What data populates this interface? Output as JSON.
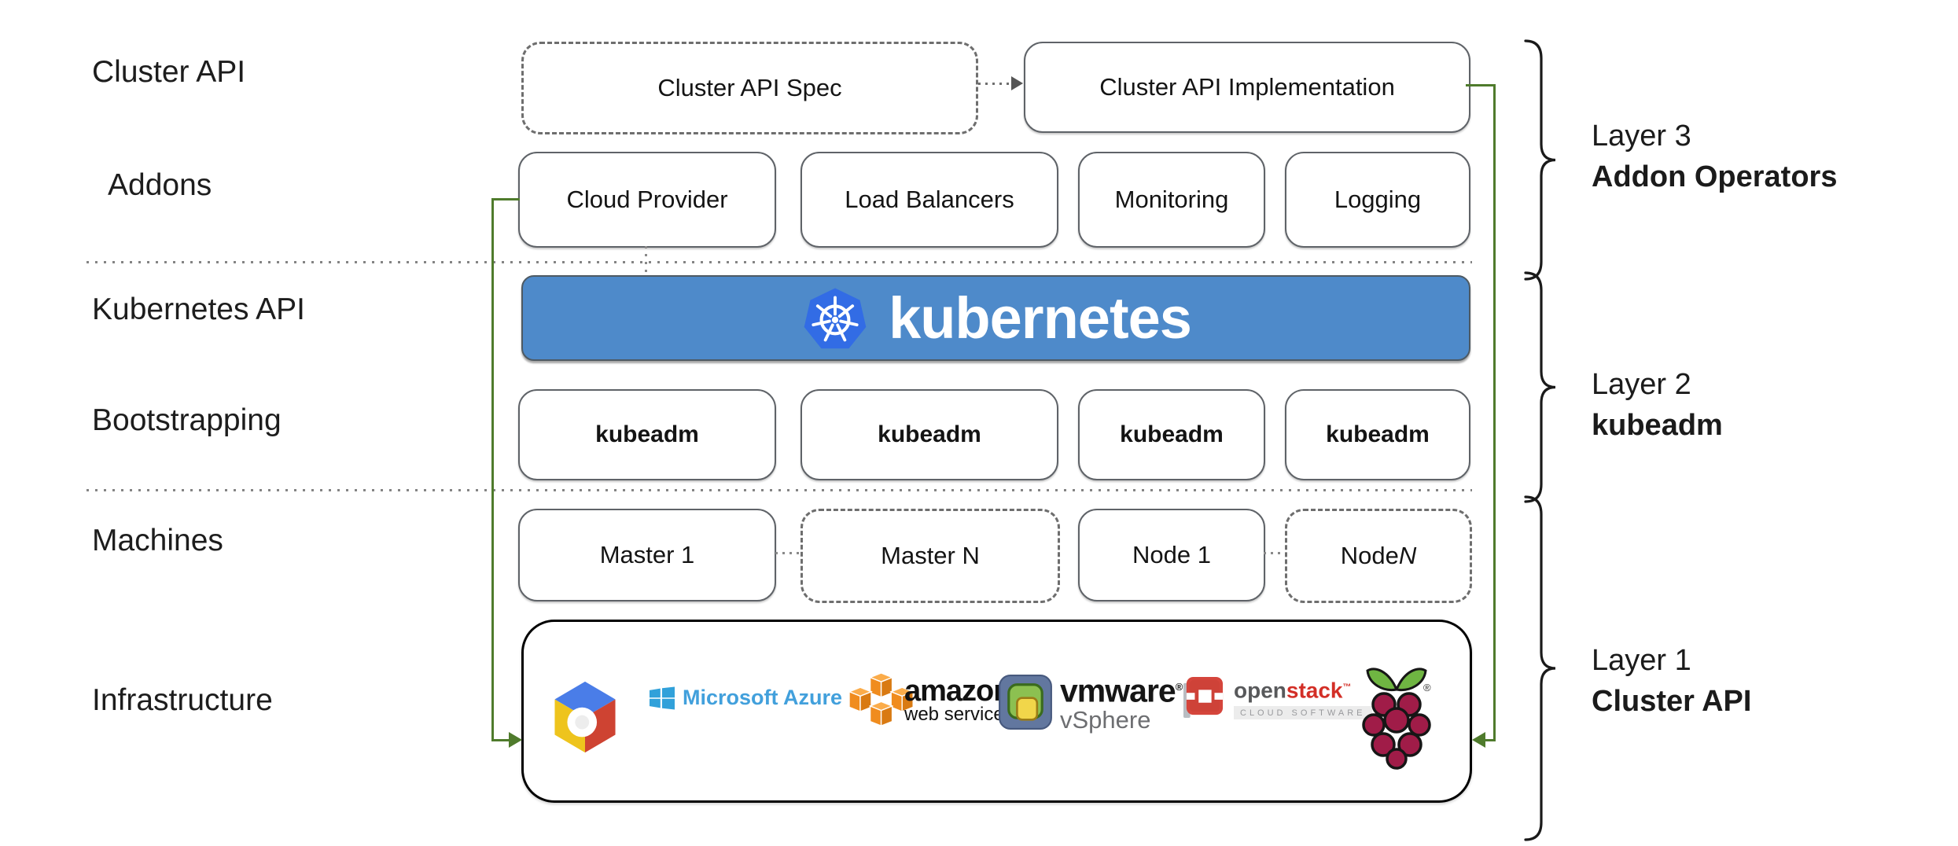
{
  "colors": {
    "accent_green": "#4f7b2c",
    "banner_blue": "#4e8aca",
    "k8s_blue": "#326ce5",
    "border_grey": "#5f6368"
  },
  "left_labels": [
    "Cluster API",
    "Addons",
    "Kubernetes API",
    "Bootstrapping",
    "Machines",
    "Infrastructure"
  ],
  "top_row": {
    "spec": "Cluster API Spec",
    "implementation": "Cluster API Implementation"
  },
  "addons_row": [
    "Cloud Provider",
    "Load Balancers",
    "Monitoring",
    "Logging"
  ],
  "banner": {
    "wordmark": "kubernetes"
  },
  "bootstrap_row": [
    "kubeadm",
    "kubeadm",
    "kubeadm",
    "kubeadm"
  ],
  "machines_row": [
    {
      "label": "Master 1"
    },
    {
      "label": "Master N"
    },
    {
      "label": "Node 1"
    },
    {
      "label": "Node ",
      "label_italic": "N"
    }
  ],
  "infrastructure": {
    "azure_text": "Microsoft Azure",
    "aws_text": "amazon",
    "aws_subtext": "web services",
    "vmware_text": "vmware",
    "vmware_reg": "®",
    "vmware_subtext": "vSphere",
    "openstack_text_open": "open",
    "openstack_text_stack": "stack",
    "openstack_tm": "™",
    "openstack_subtext": "CLOUD SOFTWARE"
  },
  "layers": [
    {
      "title": "Layer 3",
      "subtitle": "Addon Operators"
    },
    {
      "title": "Layer 2",
      "subtitle": "kubeadm"
    },
    {
      "title": "Layer 1",
      "subtitle": "Cluster API"
    }
  ]
}
